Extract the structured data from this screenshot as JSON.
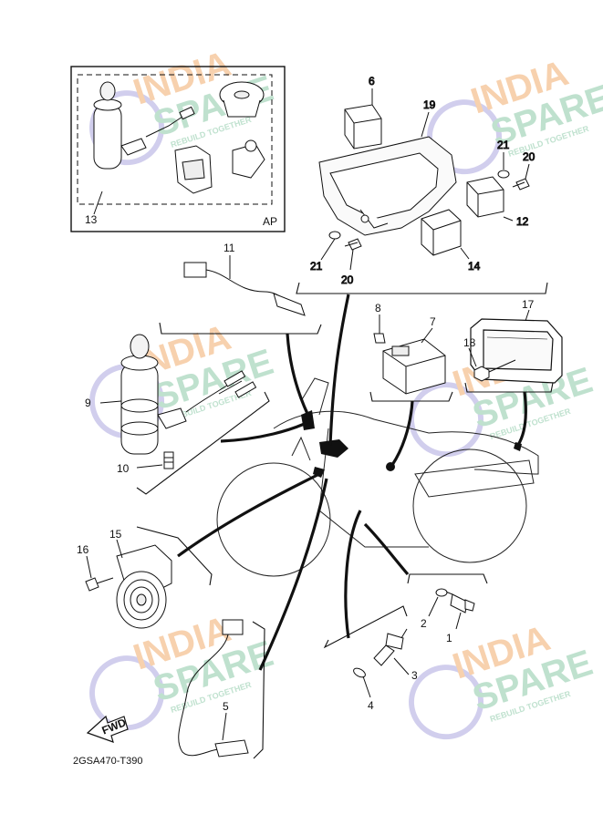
{
  "diagram": {
    "callouts": {
      "c1": "1",
      "c2": "2",
      "c3": "3",
      "c4": "4",
      "c5": "5",
      "c6": "6",
      "c7": "7",
      "c8": "8",
      "c9": "9",
      "c10": "10",
      "c11": "11",
      "c12": "12",
      "c13": "13",
      "c14": "14",
      "c15": "15",
      "c16": "16",
      "c17": "17",
      "c18": "18",
      "c19": "19",
      "c20a": "20",
      "c20b": "20",
      "c21a": "21",
      "c21b": "21"
    },
    "ap_label": "AP",
    "fwd_label": "FWD",
    "drawing_code": "2GSA470-T390"
  },
  "watermark": {
    "brand_line1": "INDIA",
    "brand_line2": "SPARE",
    "tagline": "REBUILD TOGETHER",
    "colors": {
      "orange": "#f6c9a0",
      "green": "#b4dcc6",
      "blue": "#c9c6ea"
    }
  },
  "colors": {
    "line": "#111111",
    "fill_gray": "#e6e6e6",
    "fill_dark": "#111111"
  }
}
